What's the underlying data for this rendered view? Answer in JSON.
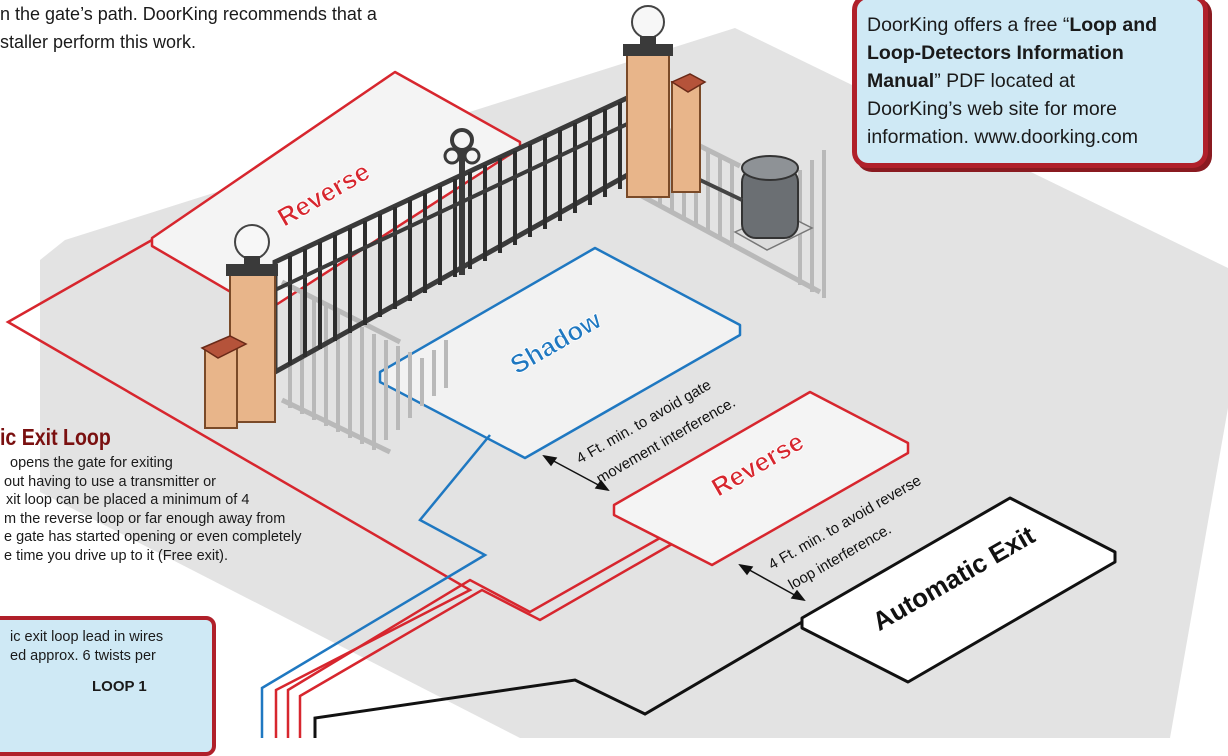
{
  "intro": {
    "line1": "n the gate’s path. DoorKing recommends that a",
    "line2": "staller perform this work."
  },
  "info_box": {
    "line1_pre": "DoorKing offers a free “",
    "line1_bold": "Loop and",
    "line2_bold": "Loop-Detectors Information",
    "line3_bold": "Manual",
    "line3_post": "” PDF located at",
    "line4": "DoorKing’s web site for more",
    "line5": "information. www.doorking.com"
  },
  "loops": {
    "reverse_top": "Reverse",
    "shadow": "Shadow",
    "reverse_bottom": "Reverse",
    "automatic_exit": "Automatic Exit"
  },
  "annotations": {
    "gate_gap_line1": "4 Ft. min. to avoid gate",
    "gate_gap_line2": "movement  interference.",
    "reverse_gap_line1": "4 Ft. min. to avoid reverse",
    "reverse_gap_line2": "loop interference."
  },
  "exit_loop": {
    "title": "ic Exit Loop",
    "line1": "opens the gate for exiting",
    "line2": "out having to use a transmitter or",
    "line3": "xit loop can be placed a minimum of 4",
    "line4": "m the reverse loop or far enough away from",
    "line5": "e gate has started opening or even completely",
    "line6": "e time you drive up to it (Free exit)."
  },
  "wire_note": {
    "line1": "ic exit loop lead in wires",
    "line2": "ed approx. 6 twists per",
    "loop_label": "LOOP 1"
  },
  "colors": {
    "reverse": "#d7262e",
    "shadow": "#1f78c1",
    "exit": "#111111",
    "ground": "#e3e3e3",
    "box_fill": "#cfe9f5",
    "box_border": "#b0202a",
    "pillar": "#e8b58a"
  }
}
